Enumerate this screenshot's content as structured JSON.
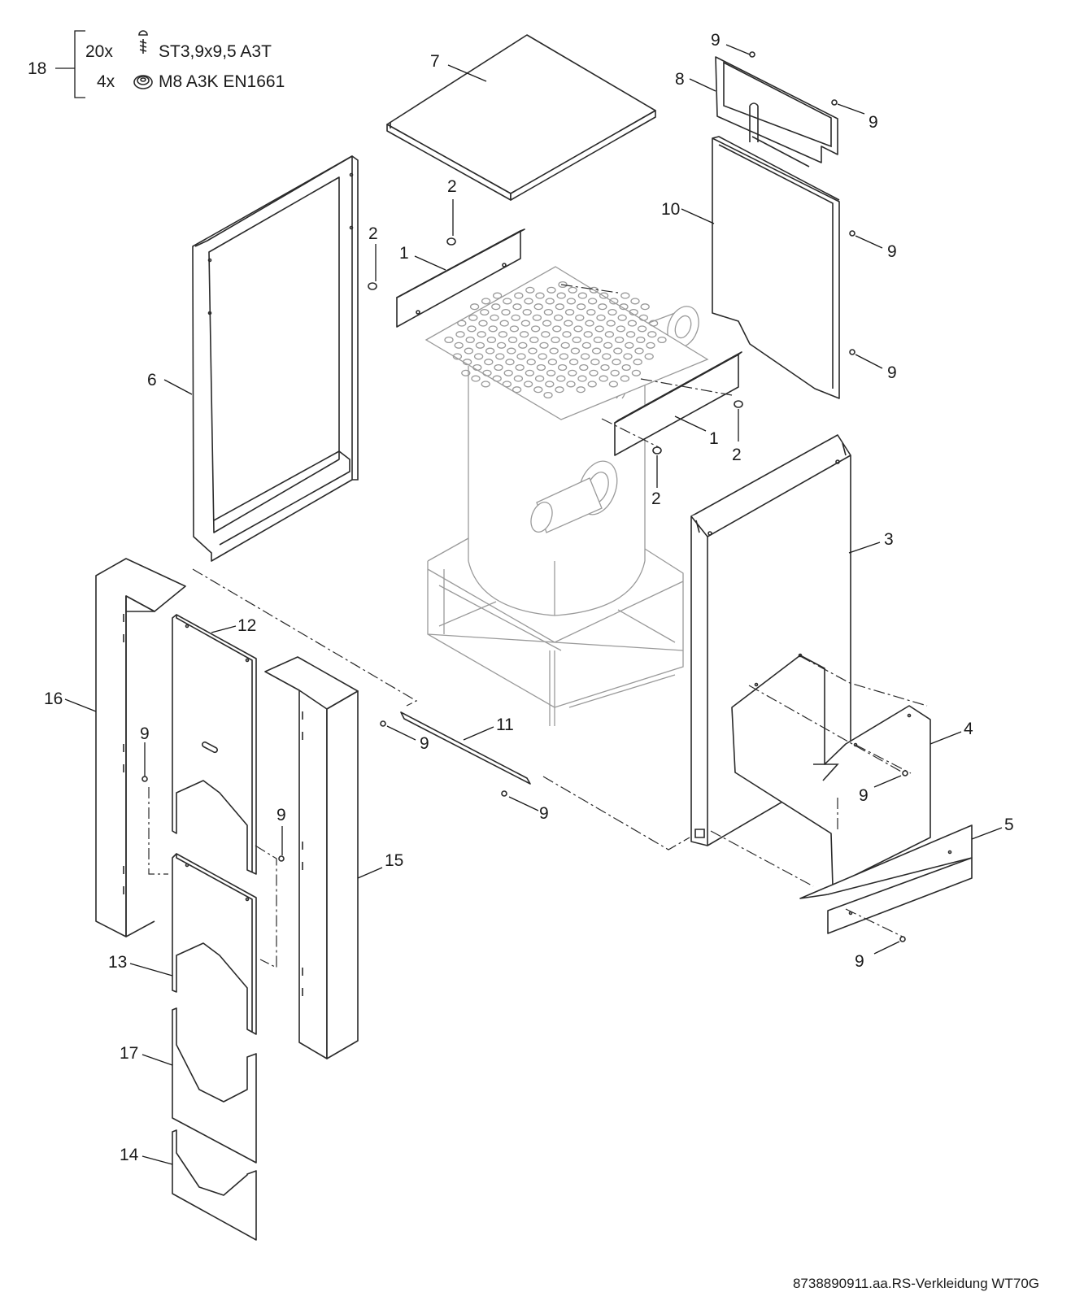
{
  "hardware_list": {
    "item": "18",
    "rows": [
      {
        "qty": "20x",
        "icon": "screw-icon",
        "spec": "ST3,9x9,5 A3T"
      },
      {
        "qty": "4x",
        "icon": "flange-nut-icon",
        "spec": "M8 A3K EN1661"
      }
    ]
  },
  "callouts": {
    "c1a": "1",
    "c1b": "1",
    "c2a": "2",
    "c2b": "2",
    "c2c": "2",
    "c2d": "2",
    "c3": "3",
    "c4": "4",
    "c5": "5",
    "c6": "6",
    "c7": "7",
    "c8": "8",
    "c9a": "9",
    "c9b": "9",
    "c9c": "9",
    "c9d": "9",
    "c9e": "9",
    "c9f": "9",
    "c9g": "9",
    "c9h": "9",
    "c9i": "9",
    "c9j": "9",
    "c10": "10",
    "c11": "11",
    "c12": "12",
    "c13": "13",
    "c14": "14",
    "c15": "15",
    "c16": "16",
    "c17": "17"
  },
  "footer": {
    "reference": "8738890911.aa.RS-Verkleidung WT70G"
  }
}
